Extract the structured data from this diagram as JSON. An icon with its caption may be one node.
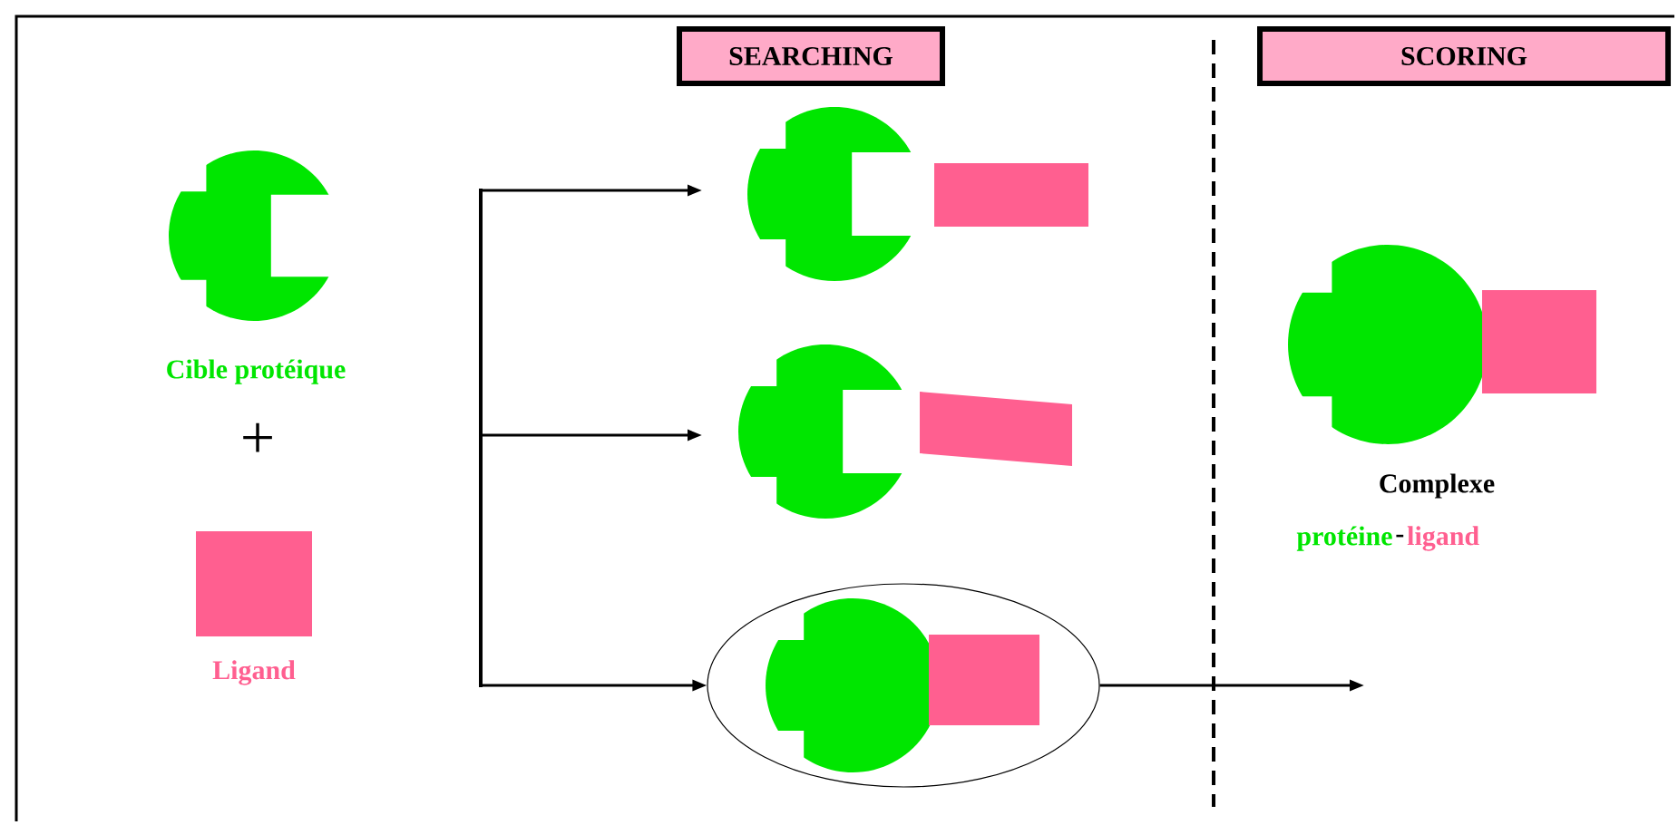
{
  "diagram": {
    "nodes": [
      {
        "text": [
          "SEARCHING"
        ]
      },
      {
        "text": [
          "SCORING"
        ]
      },
      {
        "text": [],
        "shape": "picture"
      },
      {
        "text": [],
        "shape": "picture"
      },
      {
        "text": [],
        "shape": "ellipse"
      }
    ],
    "edges": [
      {
        "from": null,
        "to": 2,
        "arrow": "to"
      },
      {
        "from": null,
        "to": 3,
        "arrow": "to"
      },
      {
        "from": null,
        "to": 4,
        "arrow": "to"
      },
      {
        "from": 4,
        "to": null,
        "arrow": "to"
      }
    ],
    "labels": [
      "Cible protéique",
      "+",
      "Ligand",
      "Complexe",
      "protéine",
      "-",
      "ligand"
    ]
  }
}
